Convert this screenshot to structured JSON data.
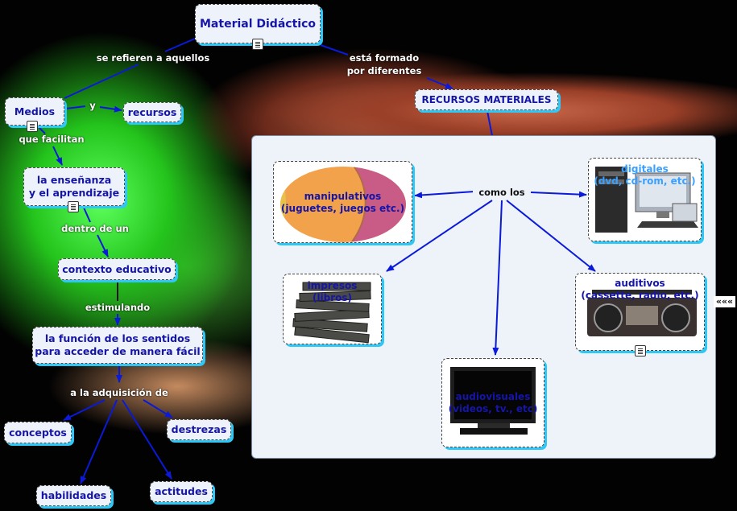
{
  "nodes": {
    "material_didactico": "Material Didáctico",
    "medios": "Medios",
    "recursos": "recursos",
    "recursos_materiales": "RECURSOS MATERIALES",
    "ensenanza": "la enseñanza\ny el aprendizaje",
    "contexto": "contexto educativo",
    "funcion_sentidos": "la función de los sentidos\npara acceder de manera fácil",
    "conceptos": "conceptos",
    "destrezas": "destrezas",
    "habilidades": "habilidades",
    "actitudes": "actitudes",
    "manipulativos": "manipulativos\n(juguetes, juegos etc.)",
    "digitales": "digitales\n(dvd, cd-rom, etc.)",
    "impresos": "impresos\n(libros)",
    "auditivos": "auditivos\n(cassette, radio, etc.)",
    "audiovisuales": "audiovisuales\n(videos, tv., etc)"
  },
  "links": {
    "se_refieren": "se refieren a aquellos",
    "esta_formado": "está formado\npor diferentes",
    "y": "y",
    "que_facilitan": "que facilitan",
    "dentro_de_un": "dentro de un",
    "estimulando": "estimulando",
    "a_la_adquisicion": "a la adquisición de",
    "como_los": "como los"
  },
  "controls": {
    "collapse_glyph": "«««"
  },
  "colors": {
    "node_text": "#1515a8",
    "arrow": "#0a1ad8",
    "shadow": "#2fc7f5"
  }
}
